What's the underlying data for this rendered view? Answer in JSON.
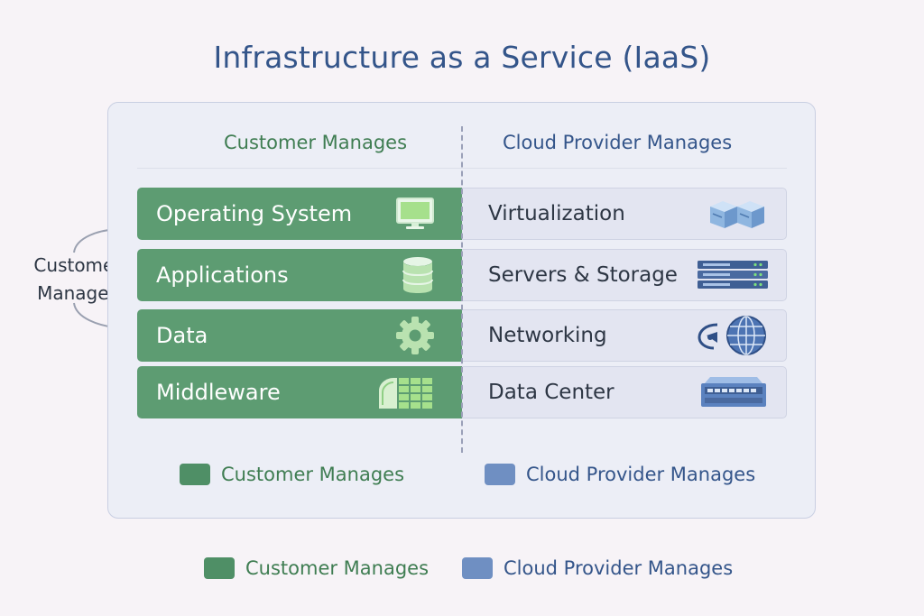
{
  "title": "Infrastructure as a Service (IaaS)",
  "columns": {
    "customer": "Customer Manages",
    "provider": "Cloud Provider Manages"
  },
  "rows": [
    {
      "customer": "Operating System",
      "customer_icon": "monitor-icon",
      "provider": "Virtualization",
      "provider_icon": "server-blocks-icon"
    },
    {
      "customer": "Applications",
      "customer_icon": "database-icon",
      "provider": "Servers & Storage",
      "provider_icon": "server-rack-icon"
    },
    {
      "customer": "Data",
      "customer_icon": "gear-icon",
      "provider": "Networking",
      "provider_icon": "globe-network-icon"
    },
    {
      "customer": "Middleware",
      "customer_icon": "grid-tiles-icon",
      "provider": "Data Center",
      "provider_icon": "data-center-icon"
    }
  ],
  "side_label": {
    "line1": "Customer",
    "line2": "Manages"
  },
  "legend_inner": {
    "customer": "Customer Manages",
    "provider": "Cloud Provider Manages"
  },
  "legend_outer": {
    "customer": "Customer Manages",
    "provider": "Cloud Provider Manages"
  },
  "colors": {
    "customer_green": "#5d9c72",
    "provider_blue": "#6f8fc2",
    "title_blue": "#34558a"
  }
}
